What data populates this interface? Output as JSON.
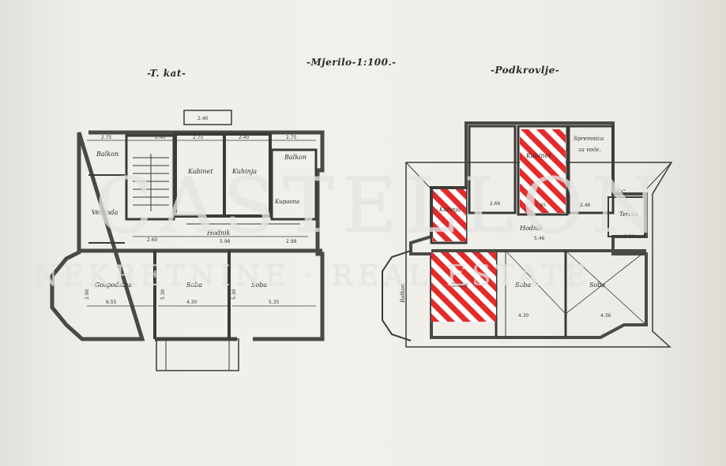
{
  "headings": {
    "left_floor": "-T. kat-",
    "scale": "-Mjerilo-1:100.-",
    "right_floor": "-Podkrovlje-"
  },
  "left_plan": {
    "rooms": {
      "balkon_top_left": "Balkon",
      "veranda": "Veranda",
      "kabinet": "Kabinet",
      "kuhinja": "Kuhinja",
      "balkon_right": "Balkon",
      "kupaona": "Kupaona",
      "hodnik": "Hodnik",
      "gospodstvo": "Gospodstva",
      "soba_middle": "Soba",
      "soba_right": "Soba"
    },
    "dims": {
      "top_bay": "2.40",
      "top_a": "2.75",
      "top_b": "2.40",
      "top_c": "2.75",
      "top_d": "2.40",
      "top_e": "2.75",
      "hall_a": "2.60",
      "hall_b": "5.98",
      "hall_c": "2.98",
      "left_width": "6.55",
      "mid_width": "4.30",
      "right_width": "5.35",
      "side_a": "2.90",
      "side_b": "5.30",
      "side_c": "5.30"
    }
  },
  "right_plan": {
    "rooms": {
      "kabinet": "Kabinet",
      "spremnica": "Spremnica",
      "spremnica_sub": "za voće.",
      "wc": "W.C.",
      "terasa": "Terasa",
      "hodnik": "Hodnik",
      "balkon": "Balkon",
      "soba_left": "Soba",
      "soba_middle": "Soba",
      "soba_right": "Soba",
      "kuhinja": "Kuhinja"
    },
    "dims": {
      "a": "2.66",
      "b": "2.65",
      "c": "2.46",
      "d": "4.30",
      "e": "4.36",
      "f": "2.50",
      "g": "5.46"
    },
    "hatch_color": "#e32b2b"
  },
  "watermark": {
    "main": "CASTELLON",
    "sub": "NEKRETNINE · REAL ESTATE"
  }
}
